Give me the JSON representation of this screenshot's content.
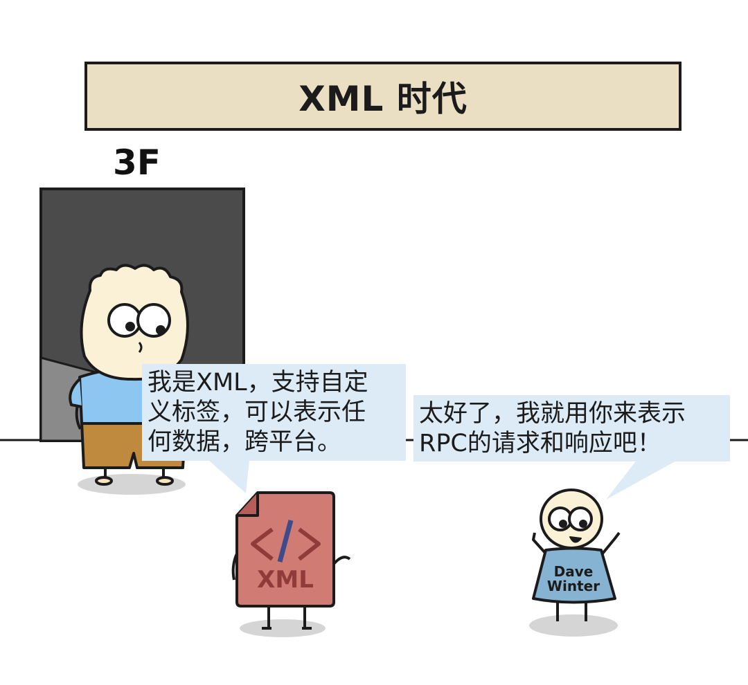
{
  "banner": {
    "title": "XML 时代"
  },
  "floor": {
    "label": "3F"
  },
  "speech_left": {
    "lines": [
      "我是XML，支持自定",
      "义标签，可以表示任",
      "何数据，跨平台。"
    ]
  },
  "speech_right": {
    "lines": [
      "太好了，我就用你来表示",
      "RPC的请求和响应吧！"
    ]
  },
  "dave": {
    "shirt_lines": [
      "Dave",
      "Winter"
    ]
  },
  "xml_file": {
    "label": "XML",
    "code_glyph": "</>"
  },
  "colors": {
    "banner_bg": "#eadfc3",
    "door": "#4b4b4b",
    "bubble_bg": "#dcebf6",
    "file_fill": "#d17b75",
    "file_text": "#8f3b3a",
    "kid_shirt": "#8ec6f2",
    "kid_shorts": "#bf8a3d",
    "skin": "#fbf1d6",
    "dave_shirt": "#86b3d2",
    "shadow": "#d5d5d5"
  }
}
